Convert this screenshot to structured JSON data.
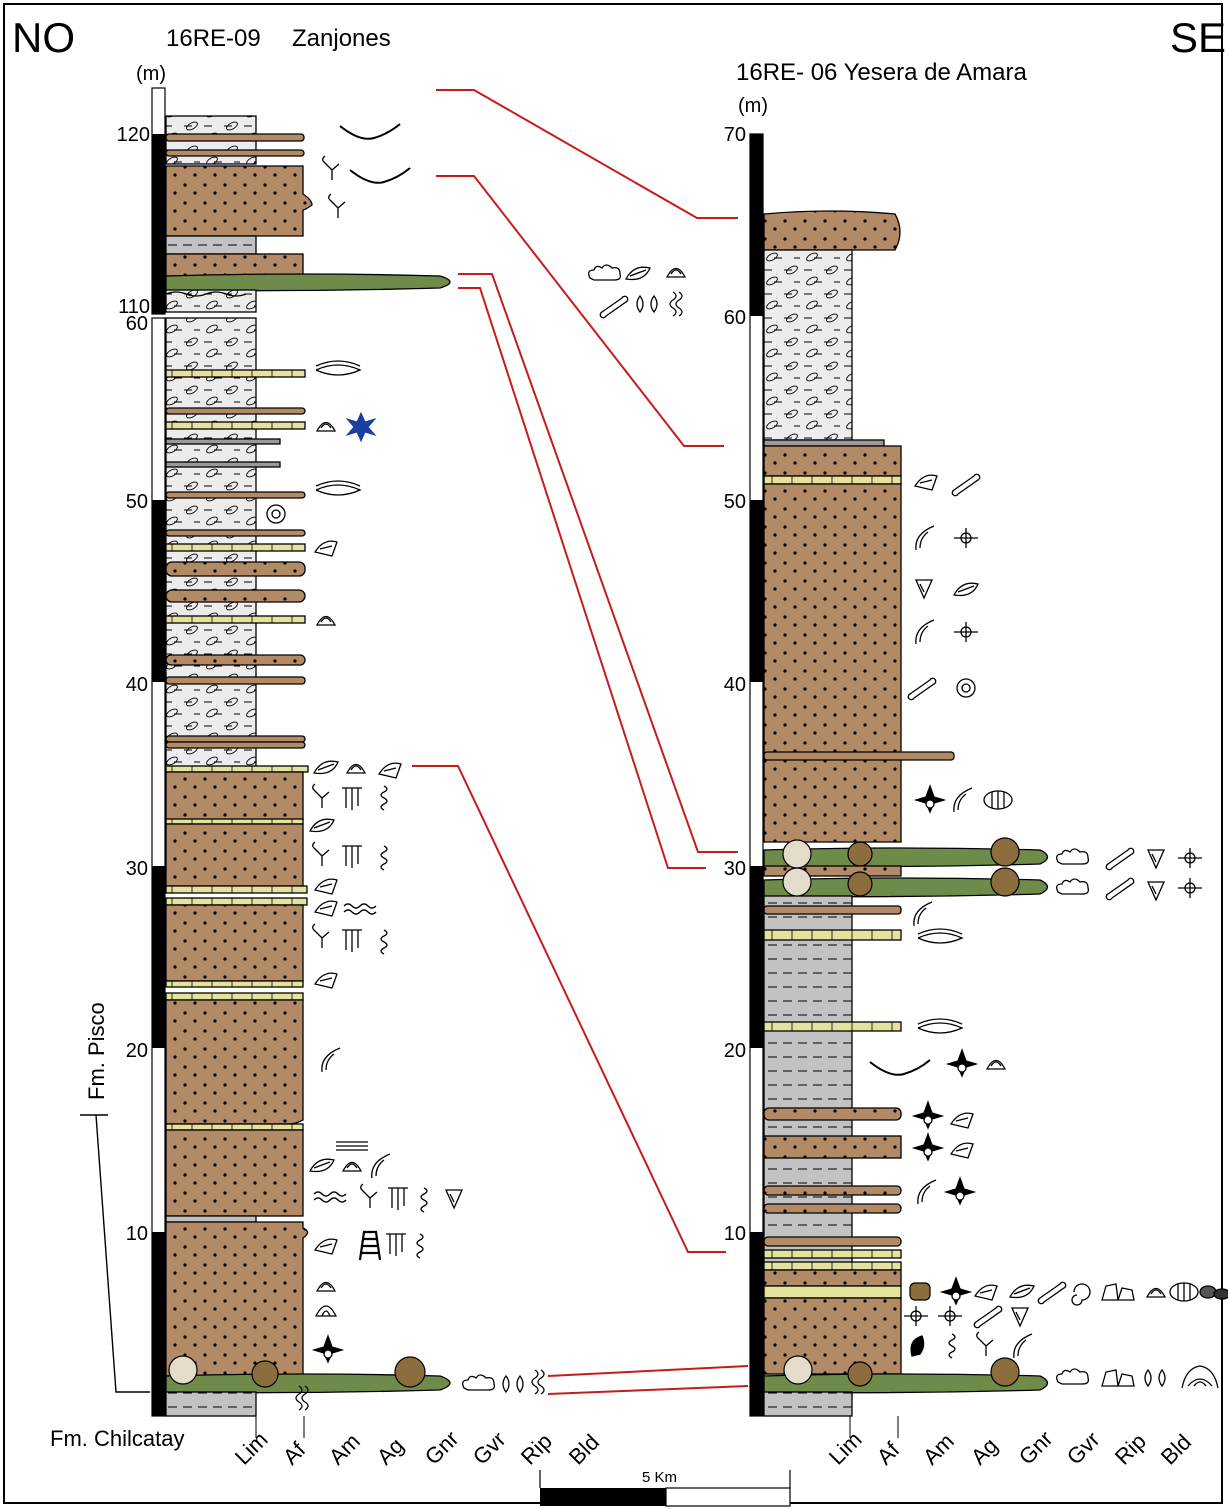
{
  "corner_left": "NO",
  "corner_right": "SE",
  "col1": {
    "code": "16RE-09",
    "name": "Zanjones",
    "unit": "(m)",
    "ticks_upper": [
      "110",
      "120"
    ],
    "ticks_lower": [
      "10",
      "20",
      "30",
      "40",
      "50",
      "60"
    ]
  },
  "col2": {
    "title": "16RE- 06 Yesera de Amara",
    "unit": "(m)",
    "ticks": [
      "10",
      "20",
      "30",
      "40",
      "50",
      "60",
      "70"
    ]
  },
  "formations": {
    "upper": "Fm. Pisco",
    "lower": "Fm. Chilcatay"
  },
  "grain_scale": [
    "Lim",
    "Af",
    "Am",
    "Ag",
    "Gnr",
    "Gvr",
    "Rip",
    "Bld"
  ],
  "scale_bar": {
    "label": "5 Km"
  },
  "colors": {
    "sandstone": "#b28a65",
    "siltstone": "#ececec",
    "mudstone": "#c2c2c2",
    "limestone": "#e4e29d",
    "phosphatic_bed": "#6e8b4a",
    "nodule": "#8c6d3d",
    "nodule_light": "#e3dccb",
    "correlation": "#c61c1c",
    "star": "#1b3fa0"
  }
}
